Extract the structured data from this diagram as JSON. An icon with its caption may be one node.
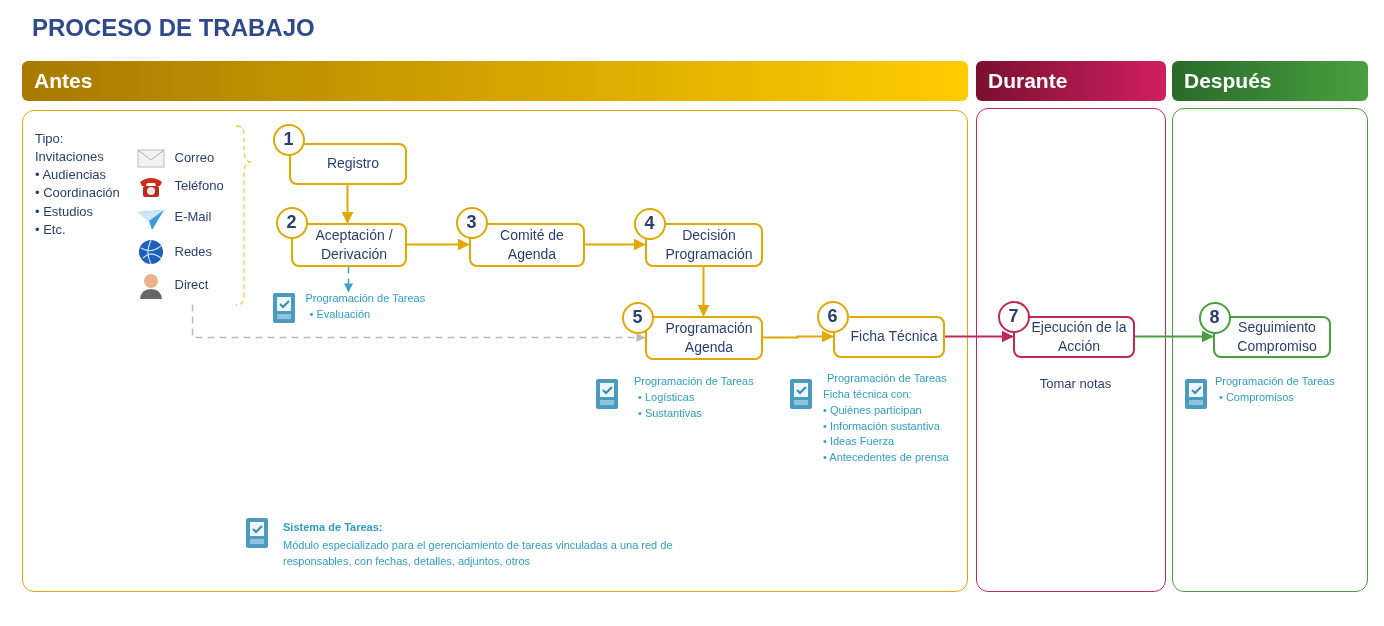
{
  "diagram": {
    "title": "PROCESO DE TRABAJO",
    "nodes": [
      {
        "text": [
          "Antes"
        ]
      },
      {
        "text": [
          "Durante"
        ]
      },
      {
        "text": [
          "Después"
        ]
      },
      {
        "text": [
          "1",
          "Registro"
        ],
        "in": 0
      },
      {
        "text": [
          "2",
          "Aceptación / Derivación"
        ],
        "in": 0
      },
      {
        "text": [
          "3",
          "Comité de Agenda"
        ],
        "in": 0
      },
      {
        "text": [
          "4",
          "Decisión Programación"
        ],
        "in": 0
      },
      {
        "text": [
          "5",
          "Programación Agenda"
        ],
        "in": 0
      },
      {
        "text": [
          "6",
          "Ficha Técnica"
        ],
        "in": 0
      },
      {
        "text": [
          "7",
          "Ejecución de la Acción"
        ],
        "in": 1,
        "beside": [
          "Tomar notas"
        ]
      },
      {
        "text": [
          "8",
          "Seguimiento Compromiso"
        ],
        "in": 2
      },
      {
        "text": [
          "Correo",
          "Teléfono",
          "E-Mail",
          "Redes",
          "Direct"
        ],
        "in": 0
      },
      {
        "text": [
          "Programación de Tareas",
          "• Evaluación"
        ],
        "in": 0
      }
    ],
    "edges": [
      {
        "from": 3,
        "to": 4,
        "arrow": "to"
      },
      {
        "from": 4,
        "to": 5,
        "arrow": "to"
      },
      {
        "from": 5,
        "to": 6,
        "arrow": "to"
      },
      {
        "from": 6,
        "to": 7,
        "arrow": "to"
      },
      {
        "from": 7,
        "to": 8,
        "arrow": "to"
      },
      {
        "from": 8,
        "to": 9,
        "arrow": "to",
        "color": "#c0285a"
      },
      {
        "from": 9,
        "to": 10,
        "arrow": "to",
        "color": "#4a9e3e"
      },
      {
        "from": 11,
        "to": 7,
        "arrow": "to",
        "style": "dashed",
        "color": "#bbbbbb"
      },
      {
        "from": 4,
        "to": 12,
        "arrow": "to",
        "style": "dashed",
        "color": "#3aa0c8"
      }
    ],
    "labels": [
      "Tipo:",
      "Invitaciones",
      "• Audiencias",
      "• Coordinación",
      "• Estudios",
      "• Etc.",
      "Programación de Tareas",
      "• Logísticas",
      "• Sustantivas",
      "Programación de Tareas",
      "Ficha técnica con:",
      "• Quiénes participan",
      "• Información sustantiva",
      "• Ideas Fuerza",
      "• Antecedentes de prensa",
      "Programación de Tareas",
      "• Compromisos",
      "Sistema de Tareas:",
      "Módulo especializado para el gerenciamiento de tareas vinculadas a una red de responsables, con fechas, detalles, adjuntos, otros"
    ]
  }
}
